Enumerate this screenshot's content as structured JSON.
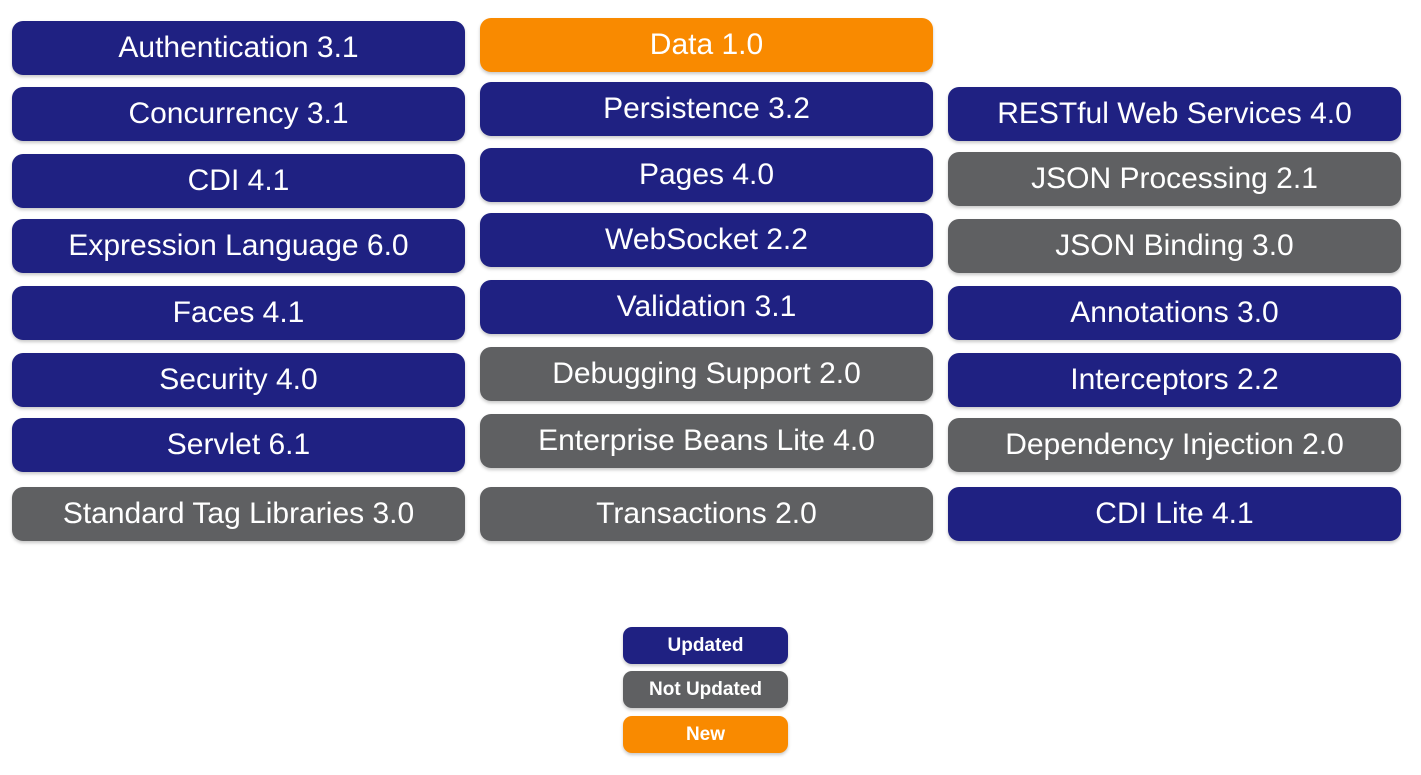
{
  "colors": {
    "updated": "#1f2182",
    "not_updated": "#5f6062",
    "new": "#f98a00"
  },
  "columns": {
    "left": [
      {
        "label": "Authentication 3.1",
        "status": "updated"
      },
      {
        "label": "Concurrency 3.1",
        "status": "updated"
      },
      {
        "label": "CDI 4.1",
        "status": "updated"
      },
      {
        "label": "Expression Language 6.0",
        "status": "updated"
      },
      {
        "label": "Faces 4.1",
        "status": "updated"
      },
      {
        "label": "Security 4.0",
        "status": "updated"
      },
      {
        "label": "Servlet 6.1",
        "status": "updated"
      },
      {
        "label": "Standard Tag Libraries 3.0",
        "status": "not-updated"
      }
    ],
    "middle": [
      {
        "label": "Data 1.0",
        "status": "new"
      },
      {
        "label": "Persistence 3.2",
        "status": "updated"
      },
      {
        "label": "Pages 4.0",
        "status": "updated"
      },
      {
        "label": "WebSocket 2.2",
        "status": "updated"
      },
      {
        "label": "Validation 3.1",
        "status": "updated"
      },
      {
        "label": "Debugging Support 2.0",
        "status": "not-updated"
      },
      {
        "label": "Enterprise Beans Lite 4.0",
        "status": "not-updated"
      },
      {
        "label": "Transactions 2.0",
        "status": "not-updated"
      }
    ],
    "right": [
      {
        "label": "RESTful Web Services 4.0",
        "status": "updated"
      },
      {
        "label": "JSON Processing 2.1",
        "status": "not-updated"
      },
      {
        "label": "JSON Binding 3.0",
        "status": "not-updated"
      },
      {
        "label": "Annotations 3.0",
        "status": "updated"
      },
      {
        "label": "Interceptors 2.2",
        "status": "updated"
      },
      {
        "label": "Dependency Injection 2.0",
        "status": "not-updated"
      },
      {
        "label": "CDI Lite 4.1",
        "status": "updated"
      }
    ]
  },
  "legend": {
    "updated": "Updated",
    "not_updated": "Not Updated",
    "new": "New"
  }
}
